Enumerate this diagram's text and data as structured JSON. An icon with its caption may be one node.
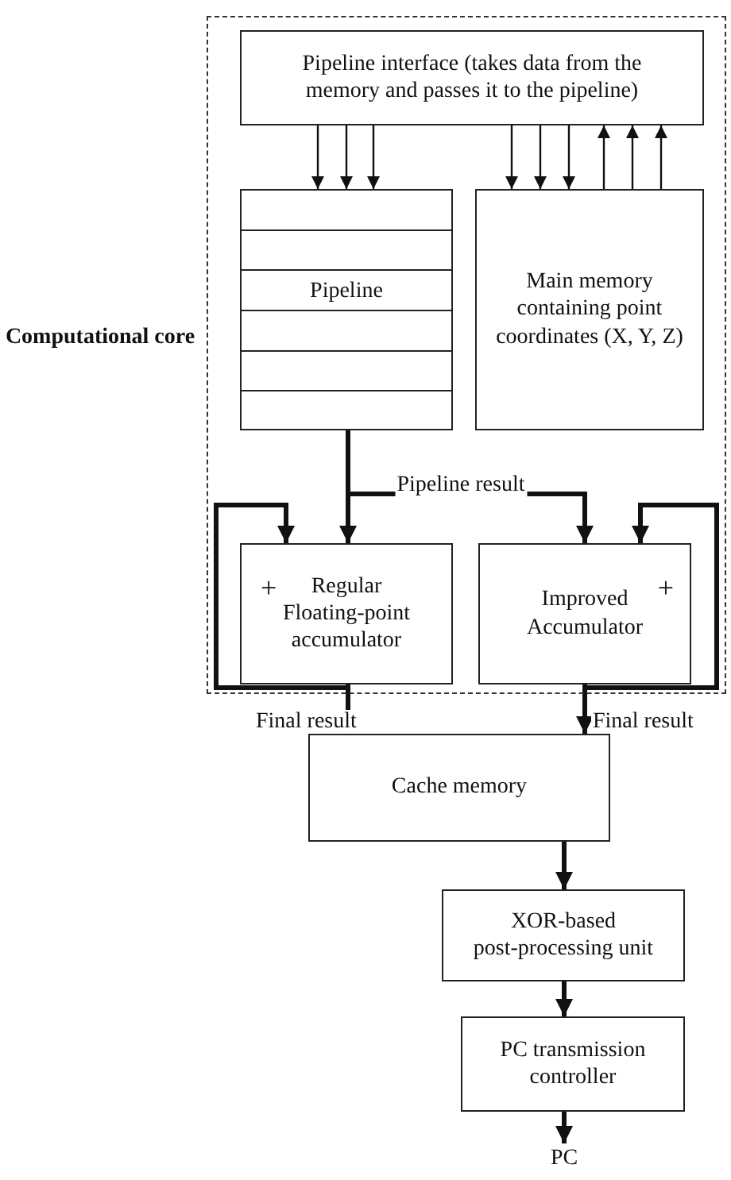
{
  "diagram": {
    "nodes": [
      {
        "text": [
          "Computational core"
        ]
      },
      {
        "text": [
          "Pipeline interface (takes data from the memory and passes it to the pipeline)"
        ],
        "in": 0
      },
      {
        "text": [
          "Pipeline"
        ],
        "in": 0
      },
      {
        "text": [
          "Main memory containing point coordinates (X, Y, Z)"
        ],
        "in": 0
      },
      {
        "text": [
          "+",
          "Regular Floating-point accumulator"
        ],
        "in": 0
      },
      {
        "text": [
          "Improved Accumulator",
          "+"
        ],
        "in": 0
      },
      {
        "text": [
          "Cache memory"
        ]
      },
      {
        "text": [
          "XOR-based post-processing unit"
        ]
      },
      {
        "text": [
          "PC transmission controller"
        ]
      },
      {
        "text": [
          "PC"
        ]
      }
    ],
    "edges": [
      {
        "from": 1,
        "to": 2,
        "arrow": "to"
      },
      {
        "from": 1,
        "to": 2,
        "arrow": "to"
      },
      {
        "from": 1,
        "to": 2,
        "arrow": "to"
      },
      {
        "from": 1,
        "to": 3,
        "arrow": "to"
      },
      {
        "from": 1,
        "to": 3,
        "arrow": "to"
      },
      {
        "from": 1,
        "to": 3,
        "arrow": "to"
      },
      {
        "from": 3,
        "to": 1,
        "arrow": "to"
      },
      {
        "from": 3,
        "to": 1,
        "arrow": "to"
      },
      {
        "from": 3,
        "to": 1,
        "arrow": "to"
      },
      {
        "from": 2,
        "to": 4,
        "arrow": "to",
        "style": "thick"
      },
      {
        "from": 2,
        "to": 5,
        "arrow": "to",
        "style": "thick",
        "label": "Pipeline result"
      },
      {
        "from": 4,
        "to": 4,
        "arrow": "to",
        "style": "thick"
      },
      {
        "from": 5,
        "to": 5,
        "arrow": "to",
        "style": "thick"
      },
      {
        "from": 4,
        "to": 6,
        "arrow": "to",
        "style": "thick",
        "label": "Final result"
      },
      {
        "from": 5,
        "to": 6,
        "arrow": "to",
        "style": "thick",
        "label": "Final result"
      },
      {
        "from": 6,
        "to": 7,
        "arrow": "to",
        "style": "thick"
      },
      {
        "from": 7,
        "to": 8,
        "arrow": "to",
        "style": "thick"
      },
      {
        "from": 8,
        "to": 9,
        "arrow": "to",
        "style": "thick"
      }
    ]
  }
}
